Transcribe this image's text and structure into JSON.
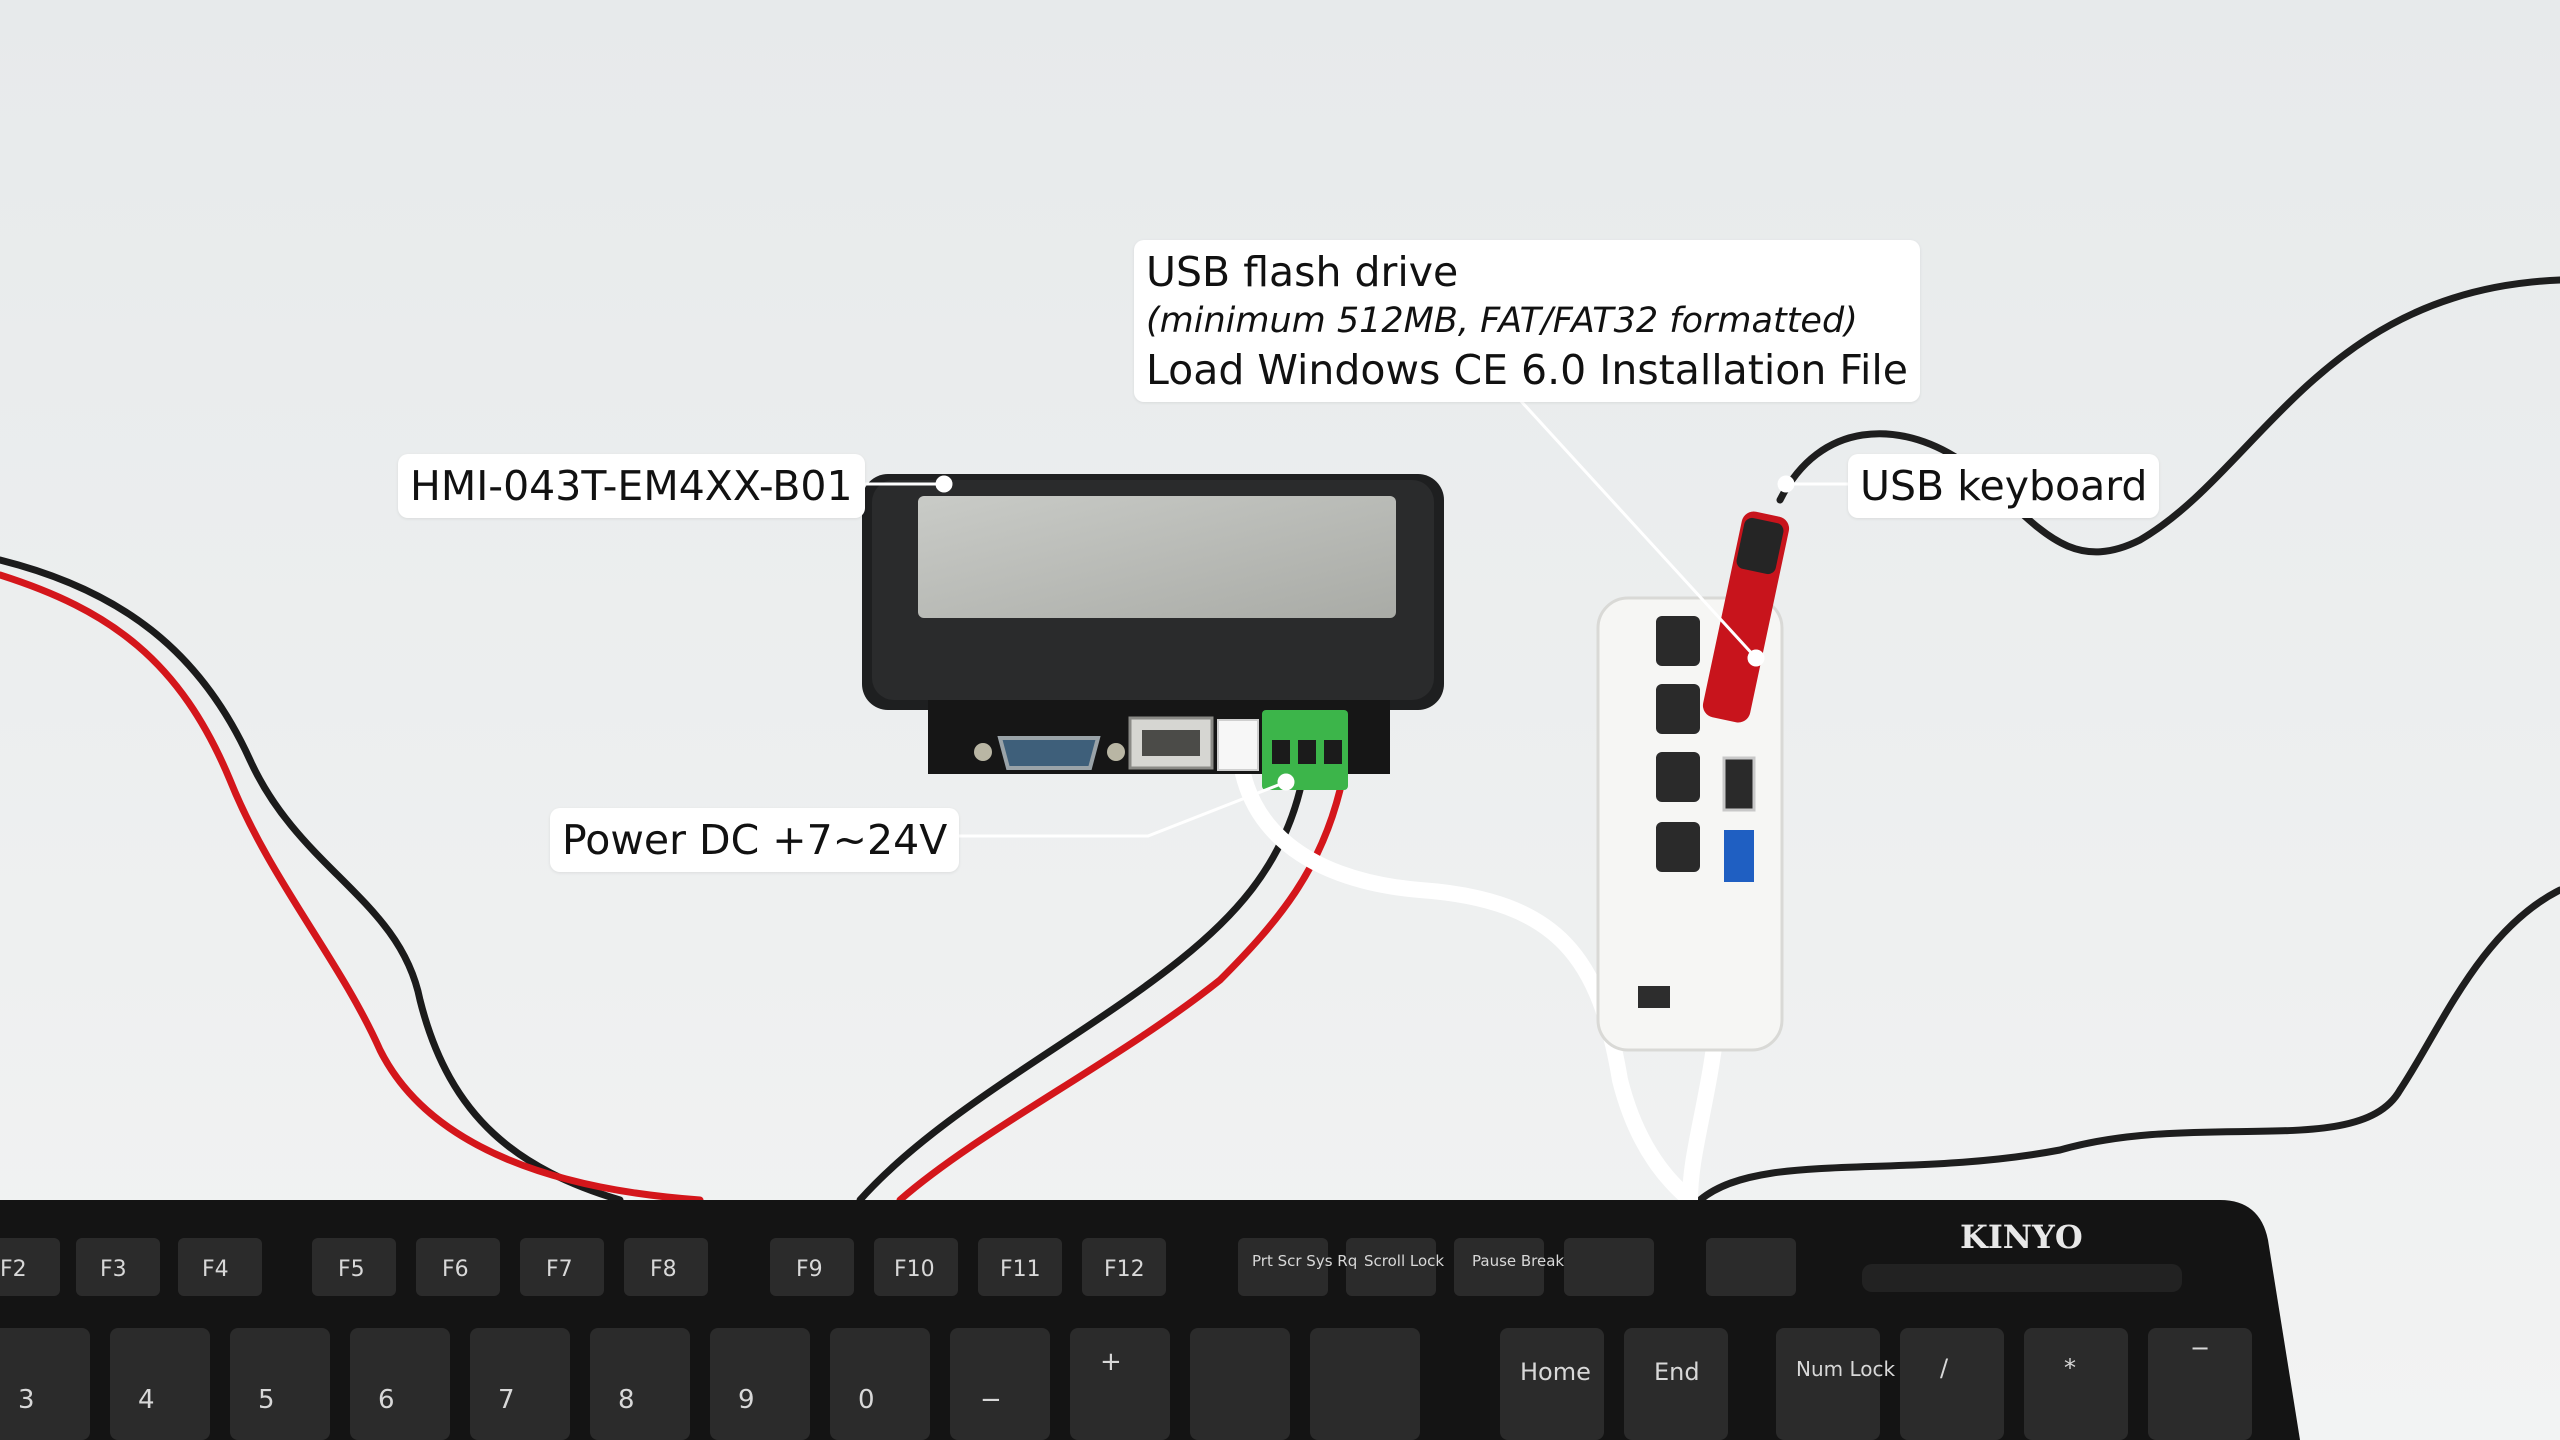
{
  "callouts": {
    "hmi_model": "HMI-043T-EM4XX-B01",
    "usb_flash_drive": {
      "title": "USB flash drive",
      "requirement": "(minimum 512MB, FAT/FAT32 formatted)",
      "purpose": "Load Windows CE 6.0 Installation File"
    },
    "usb_keyboard": "USB keyboard",
    "power": "Power DC +7~24V"
  },
  "keyboard": {
    "brand": "KINYO",
    "function_keys": [
      "F2",
      "F3",
      "F4",
      "F5",
      "F6",
      "F7",
      "F8",
      "F9",
      "F10",
      "F11",
      "F12"
    ],
    "system_keys": [
      "Prt Scr Sys Rq",
      "Scroll Lock",
      "Pause Break"
    ],
    "nav_keys": [
      "Home",
      "End"
    ],
    "numpad_keys": [
      "Num Lock",
      "/",
      "*",
      "−"
    ],
    "number_row": [
      "3",
      "4",
      "5",
      "6",
      "7",
      "8",
      "9",
      "0",
      "−",
      "+"
    ]
  },
  "colors": {
    "background": "#eceff0",
    "wire_red": "#d4161b",
    "wire_black": "#1b1b1b",
    "terminal_green": "#3cb54a",
    "flash_red": "#c8141c",
    "usb3_blue": "#1f5fc2"
  }
}
